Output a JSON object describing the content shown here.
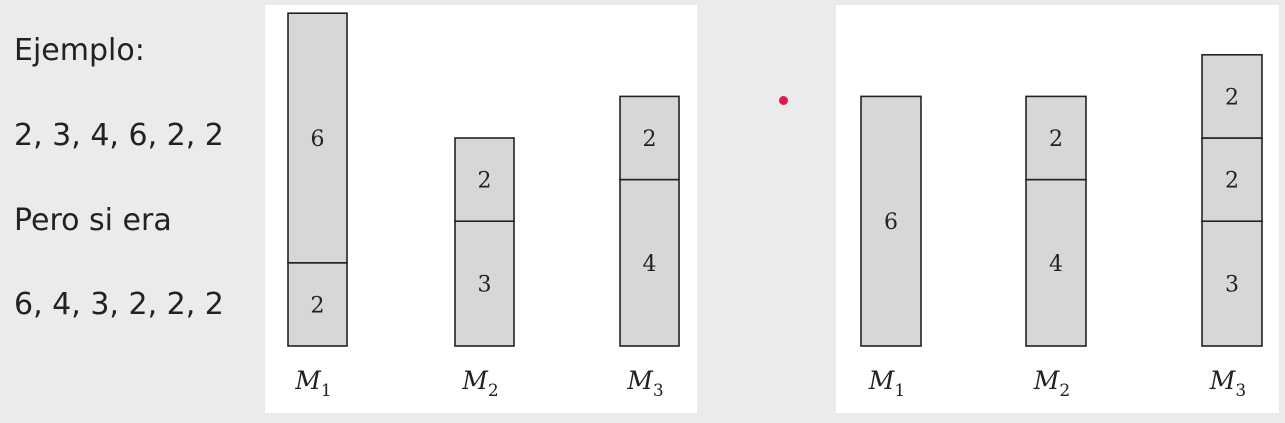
{
  "intro": {
    "label": "Ejemplo:",
    "sequence_a": "2, 3, 4, 6, 2, 2",
    "alt_label": "Pero si era",
    "sequence_b": "6, 4, 3, 2, 2, 2"
  },
  "colors": {
    "job_fill": "#d7d7d7",
    "outline": "#222222",
    "marker": "#e0194b"
  },
  "schedules": [
    {
      "machines": [
        {
          "name": "M",
          "sub": "1",
          "jobs": [
            2,
            6
          ]
        },
        {
          "name": "M",
          "sub": "2",
          "jobs": [
            3,
            2
          ]
        },
        {
          "name": "M",
          "sub": "3",
          "jobs": [
            4,
            2
          ]
        }
      ]
    },
    {
      "machines": [
        {
          "name": "M",
          "sub": "1",
          "jobs": [
            6
          ]
        },
        {
          "name": "M",
          "sub": "2",
          "jobs": [
            4,
            2
          ]
        },
        {
          "name": "M",
          "sub": "3",
          "jobs": [
            3,
            2,
            2
          ]
        }
      ]
    }
  ]
}
